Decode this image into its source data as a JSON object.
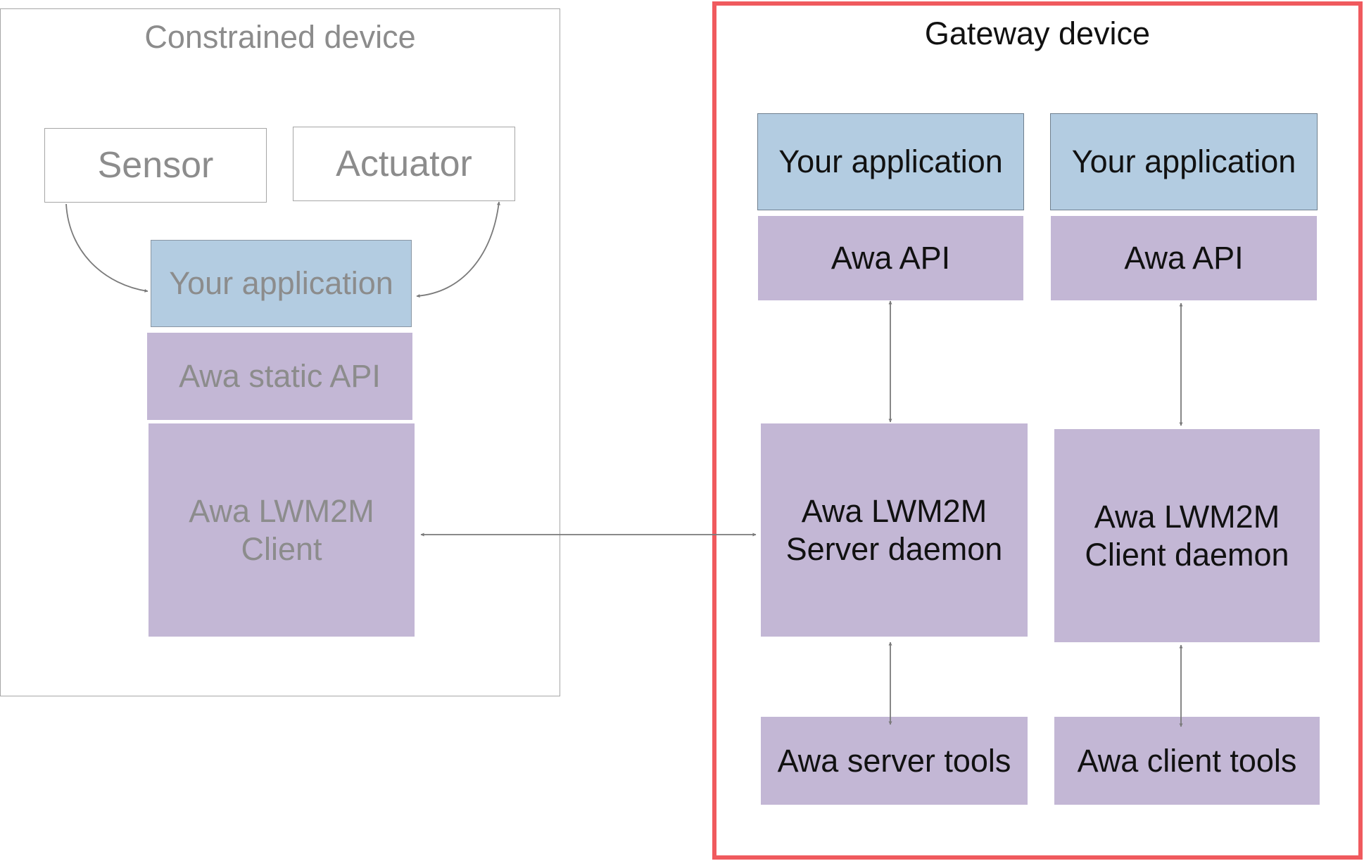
{
  "constrained_device": {
    "title": "Constrained device",
    "sensor": "Sensor",
    "actuator": "Actuator",
    "application": "Your application",
    "static_api": "Awa static API",
    "client": "Awa LWM2M\nClient"
  },
  "gateway_device": {
    "title": "Gateway device",
    "server_column": {
      "application": "Your application",
      "api": "Awa API",
      "daemon": "Awa LWM2M\nServer daemon",
      "tools": "Awa server tools"
    },
    "client_column": {
      "application": "Your application",
      "api": "Awa API",
      "daemon": "Awa LWM2M\nClient daemon",
      "tools": "Awa client tools"
    }
  },
  "colors": {
    "application_fill": "#b3cce1",
    "awa_component_fill": "#c3b7d5",
    "gateway_border": "#f05a5e",
    "constrained_border": "#a6a6a6",
    "arrow": "#7a7a7a"
  }
}
